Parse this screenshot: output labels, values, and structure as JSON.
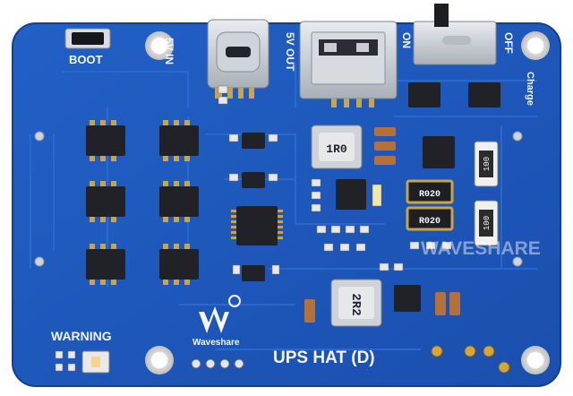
{
  "labels": {
    "boot": "BOOT",
    "usb_c_in": "5V IN",
    "usb_a_out": "5V OUT",
    "switch_on": "ON",
    "switch_off": "OFF",
    "charge": "Charge",
    "inductor_1": "1R0",
    "inductor_2": "2R2",
    "resistor_1": "R020",
    "resistor_2": "R020",
    "cap_1": "100",
    "cap_2": "100",
    "watermark": "WAVESHARE",
    "logo_text": "Waveshare",
    "warning": "WARNING",
    "product_name": "UPS HAT (D)"
  },
  "colors": {
    "board": "#1f56b8",
    "board_dark": "#163f93",
    "silkscreen": "#f4f6fb",
    "pad_gold": "#c9a44a",
    "chip": "#202228"
  }
}
